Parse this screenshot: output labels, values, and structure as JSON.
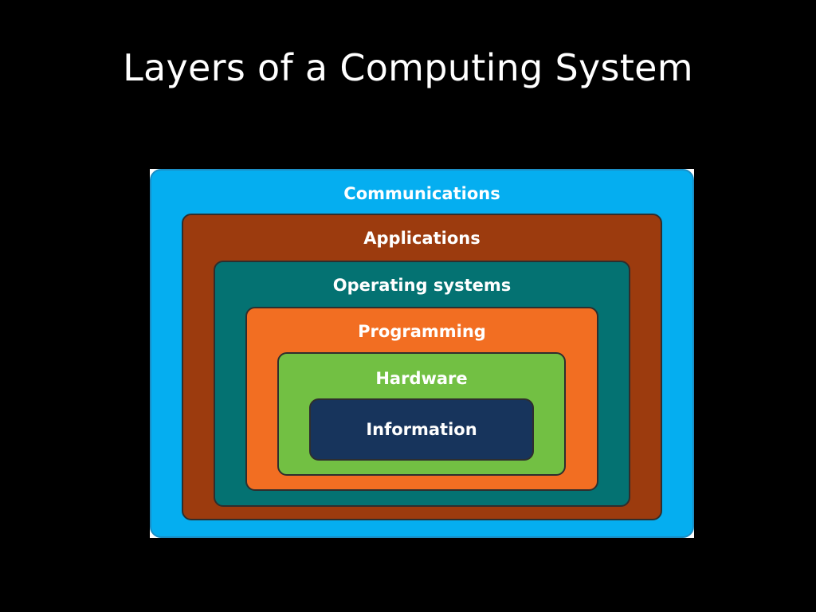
{
  "slide": {
    "title": "Layers of a Computing System"
  },
  "diagram": {
    "layers": [
      {
        "label": "Communications",
        "color": "#05aef0"
      },
      {
        "label": "Applications",
        "color": "#9c3b0e"
      },
      {
        "label": "Operating systems",
        "color": "#047272"
      },
      {
        "label": "Programming",
        "color": "#f26e22"
      },
      {
        "label": "Hardware",
        "color": "#72c043"
      },
      {
        "label": "Information",
        "color": "#17345c"
      }
    ]
  }
}
